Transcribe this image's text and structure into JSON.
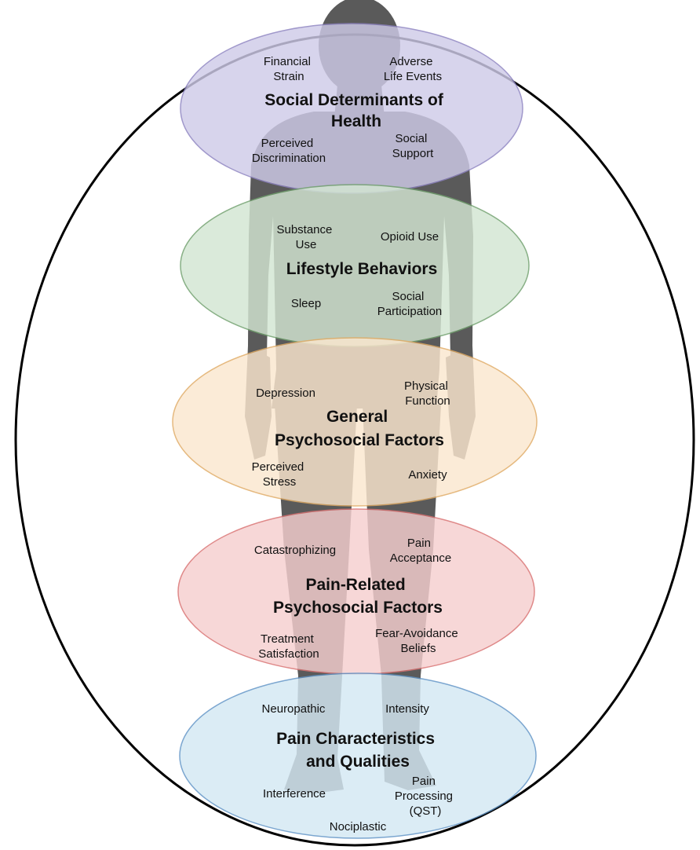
{
  "colors": {
    "silhouette": "#5a5a5a",
    "outer_outline": "#000000",
    "social_fill": "#cfcbe8",
    "social_stroke": "#8c82c0",
    "lifestyle_fill": "#d3e6d2",
    "lifestyle_stroke": "#6f9f6c",
    "general_fill": "#fbe7cf",
    "general_stroke": "#e0aa63",
    "pain_related_fill": "#f6cfcf",
    "pain_related_stroke": "#d97070",
    "pain_char_fill": "#d4e8f3",
    "pain_char_stroke": "#5f93c6"
  },
  "domains": {
    "social": {
      "title": [
        "Social Determinants of",
        "Health"
      ],
      "factors": [
        [
          "Financial",
          "Strain"
        ],
        [
          "Adverse",
          "Life Events"
        ],
        [
          "Perceived",
          "Discrimination"
        ],
        [
          "Social",
          "Support"
        ]
      ]
    },
    "lifestyle": {
      "title": [
        "Lifestyle Behaviors"
      ],
      "factors": [
        [
          "Substance",
          "Use"
        ],
        [
          "Opioid Use"
        ],
        [
          "Sleep"
        ],
        [
          "Social",
          "Participation"
        ]
      ]
    },
    "general": {
      "title": [
        "General",
        "Psychosocial Factors"
      ],
      "factors": [
        [
          "Depression"
        ],
        [
          "Physical",
          "Function"
        ],
        [
          "Perceived",
          "Stress"
        ],
        [
          "Anxiety"
        ]
      ]
    },
    "pain_related": {
      "title": [
        "Pain-Related",
        "Psychosocial Factors"
      ],
      "factors": [
        [
          "Catastrophizing"
        ],
        [
          "Pain",
          "Acceptance"
        ],
        [
          "Treatment",
          "Satisfaction"
        ],
        [
          "Fear-Avoidance",
          "Beliefs"
        ]
      ]
    },
    "pain_char": {
      "title": [
        "Pain Characteristics",
        "and Qualities"
      ],
      "factors": [
        [
          "Neuropathic"
        ],
        [
          "Intensity"
        ],
        [
          "Interference"
        ],
        [
          "Pain",
          "Processing",
          "(QST)"
        ],
        [
          "Nociplastic"
        ]
      ]
    }
  }
}
